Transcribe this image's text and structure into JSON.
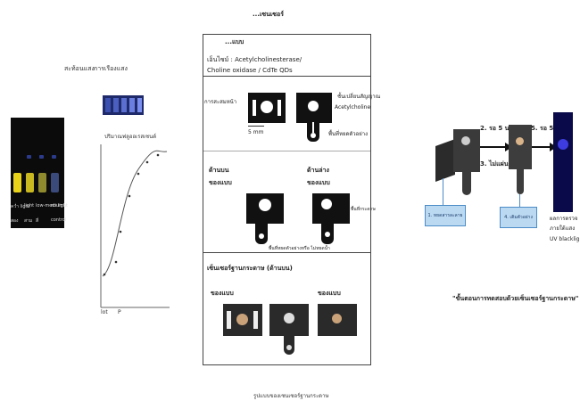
{
  "left": {
    "header_label_1": "สะท้อนแสง",
    "header_label_2": "การเรืองแสง",
    "vial_labels": [
      "คว่ำ light",
      "light",
      "low-medium",
      "no light",
      "สอง",
      "สาม",
      "สี่",
      "control"
    ],
    "vial_colors": [
      "#e8d21a",
      "#c9b81f",
      "#8f8a2e",
      "#3a4a7a"
    ],
    "vial_top_color": "#2b3a8a",
    "graph_caption": "ปริมาณฟลูออเรสเซนต์",
    "axis_bottom_left": "lot",
    "axis_bottom_right": "P"
  },
  "center": {
    "header_top": "...เซนเซอร์",
    "title": "...แบบ",
    "enzymes": "เอ็นไซม์ : Acetylcholinesterase/",
    "enzymes2": "Choline oxidase / CdTe QDs",
    "label_front_layer": "การสะสมหน้า",
    "label_scale": "5 mm",
    "label_substrate": "ชั้นเปลี่ยนสัญญาณ",
    "label_substrate2": "Acetylcholine",
    "label_sample_zone": "พื้นที่หยดตัวอย่าง",
    "label_top": "ด้านบน",
    "label_top2": "ของแบบ",
    "label_bottom": "ด้านล่าง",
    "label_bottom2": "ของแบบ",
    "label_paper": "พื้นที่กระดาษ",
    "label_filter": "พื้นที่หยดตัวอย่างหรือ ไม่หยดน้ำ",
    "section2_title": "เซ็นเซอร์ฐานกระดาษ (ด้านบน)",
    "photo_label_left": "ของแบบ",
    "photo_label_right": "ของแบบ"
  },
  "right": {
    "step2": "2. รอ 5 นาที",
    "step3": "3. ไม่แผ่นของแบบ",
    "step4": "4. เติมตัวอย่าง",
    "step5": "5. รอ 5 นาที",
    "step1": "1. หยดสารละลาย",
    "result_label": "ผลการตรวจ",
    "result_label2": "ภายใต้แสง",
    "result_label3": "UV blacklight",
    "caption": "\"ขั้นตอนการทดสอบด้วยเซ็นเซอร์ฐานกระดาษ\""
  },
  "footer": {
    "caption": "รูปแบบของเซนเซอร์ฐานกระดาษ"
  }
}
